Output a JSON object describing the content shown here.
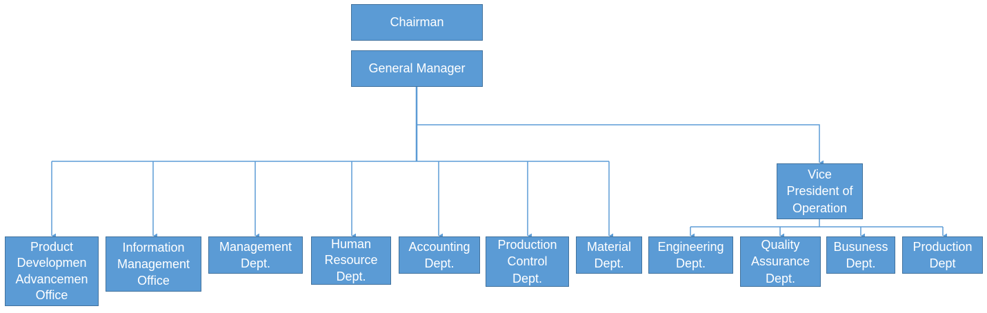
{
  "colors": {
    "box_fill": "#5b9bd5",
    "box_border": "#41719c",
    "connector": "#5b9bd5",
    "text": "#ffffff"
  },
  "org": {
    "chairman": "Chairman",
    "general_manager": "General Manager",
    "vice_president": [
      "Vice",
      "President of",
      "Operation"
    ],
    "depts": [
      [
        "Product",
        "Developmen",
        "Advancemen",
        "Office"
      ],
      [
        "Information",
        "Management",
        "Office"
      ],
      [
        "Management",
        "Dept."
      ],
      [
        "Human",
        "Resource",
        "Dept."
      ],
      [
        "Accounting",
        "Dept."
      ],
      [
        "Production",
        "Control",
        "Dept."
      ],
      [
        "Material",
        "Dept."
      ]
    ],
    "operation_depts": [
      [
        "Engineering",
        "Dept."
      ],
      [
        "Quality",
        "Assurance",
        "Dept."
      ],
      [
        "Busuness",
        "Dept."
      ],
      [
        "Production",
        "Dept"
      ]
    ]
  }
}
